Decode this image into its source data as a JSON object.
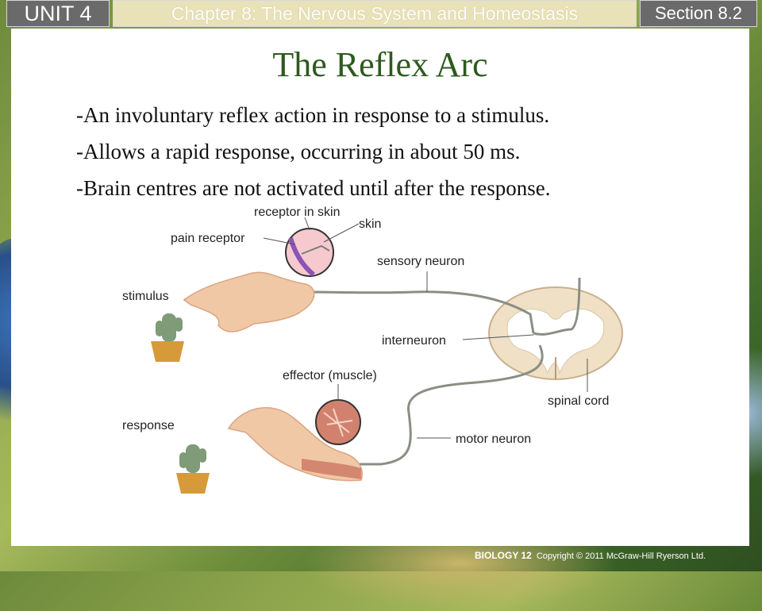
{
  "header": {
    "unit": "UNIT 4",
    "chapter": "Chapter 8: The Nervous System and Homeostasis",
    "section": "Section 8.2"
  },
  "slide": {
    "title": "The Reflex Arc",
    "bullets": [
      "-An involuntary reflex action in response to a stimulus.",
      "-Allows a rapid response, occurring in about 50 ms.",
      "-Brain centres are not activated until after the response."
    ]
  },
  "figure": {
    "labels": {
      "receptor_in_skin": "receptor in skin",
      "skin": "skin",
      "pain_receptor": "pain receptor",
      "sensory_neuron": "sensory neuron",
      "stimulus": "stimulus",
      "interneuron": "interneuron",
      "effector": "effector (muscle)",
      "spinal_cord": "spinal cord",
      "response": "response",
      "motor_neuron": "motor neuron"
    }
  },
  "footer": {
    "book": "BIOLOGY 12",
    "copyright": "Copyright © 2011 McGraw-Hill Ryerson Ltd."
  },
  "colors": {
    "title": "#2d5a1e",
    "unit_box": "#6a6a6a",
    "chapter_box": "#e9e2b8"
  }
}
